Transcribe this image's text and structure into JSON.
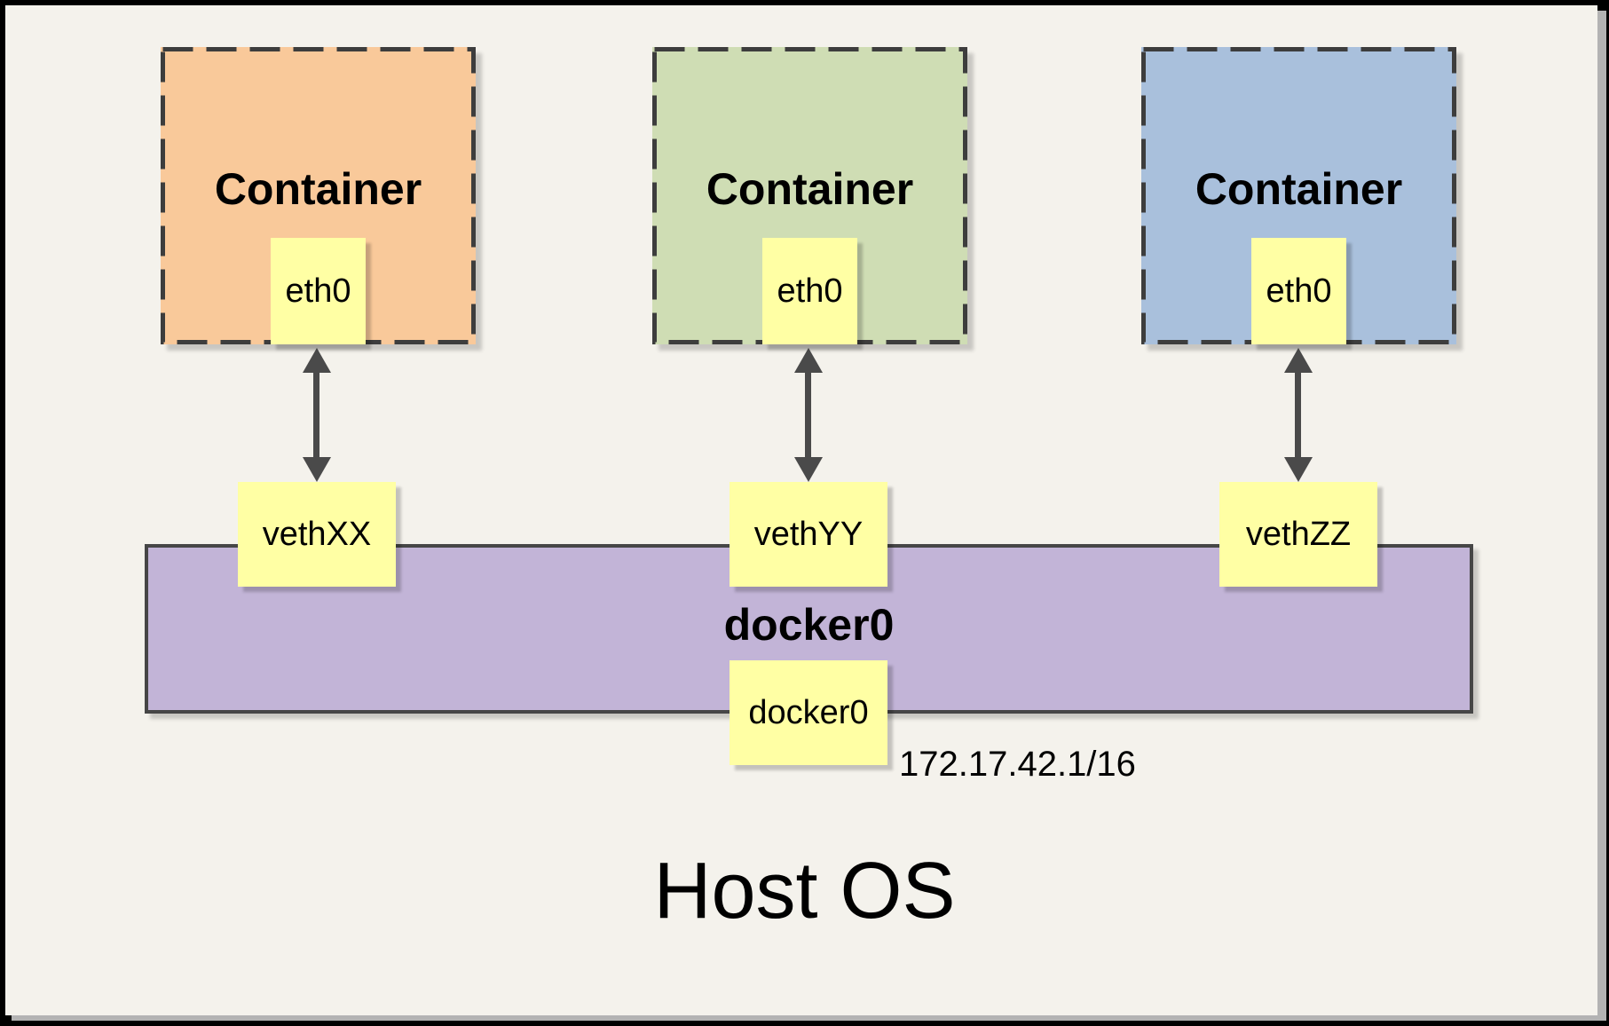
{
  "diagram": {
    "host_label": "Host OS",
    "containers": [
      {
        "label": "Container",
        "interface": "eth0",
        "veth": "vethXX",
        "fill": "#f9c99a"
      },
      {
        "label": "Container",
        "interface": "eth0",
        "veth": "vethYY",
        "fill": "#cfddb4"
      },
      {
        "label": "Container",
        "interface": "eth0",
        "veth": "vethZZ",
        "fill": "#a9c0dc"
      }
    ],
    "bridge": {
      "name": "docker0",
      "interface": "docker0",
      "ip": "172.17.42.1/16",
      "fill": "#c2b4d7"
    },
    "colors": {
      "sheet": "#f4f2ec",
      "frame": "#000000",
      "chip": "#ffffa4",
      "dashed_border": "#3d3d3d",
      "solid_border": "#464646",
      "arrow": "#4a4a4a",
      "text": "#000000"
    }
  }
}
